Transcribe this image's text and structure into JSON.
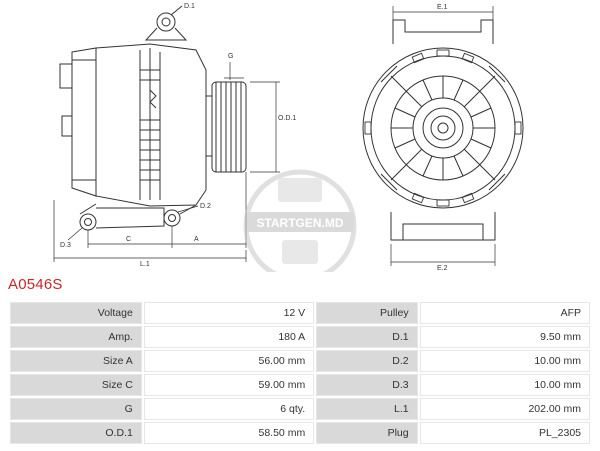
{
  "drawing": {
    "labels": {
      "d1": "D.1",
      "g": "G",
      "od1": "O.D.1",
      "d2": "D.2",
      "d3": "D.3",
      "c": "C",
      "a": "A",
      "l1": "L.1",
      "e1": "E.1",
      "e2": "E.2"
    },
    "watermark": "STARTGEN.MD"
  },
  "product": {
    "code": "A0546S"
  },
  "specs": [
    {
      "k1": "Voltage",
      "v1": "12 V",
      "k2": "Pulley",
      "v2": "AFP"
    },
    {
      "k1": "Amp.",
      "v1": "180 A",
      "k2": "D.1",
      "v2": "9.50 mm"
    },
    {
      "k1": "Size A",
      "v1": "56.00 mm",
      "k2": "D.2",
      "v2": "10.00 mm"
    },
    {
      "k1": "Size C",
      "v1": "59.00 mm",
      "k2": "D.3",
      "v2": "10.00 mm"
    },
    {
      "k1": "G",
      "v1": "6 qty.",
      "k2": "L.1",
      "v2": "202.00 mm"
    },
    {
      "k1": "O.D.1",
      "v1": "58.50 mm",
      "k2": "Plug",
      "v2": "PL_2305"
    }
  ]
}
